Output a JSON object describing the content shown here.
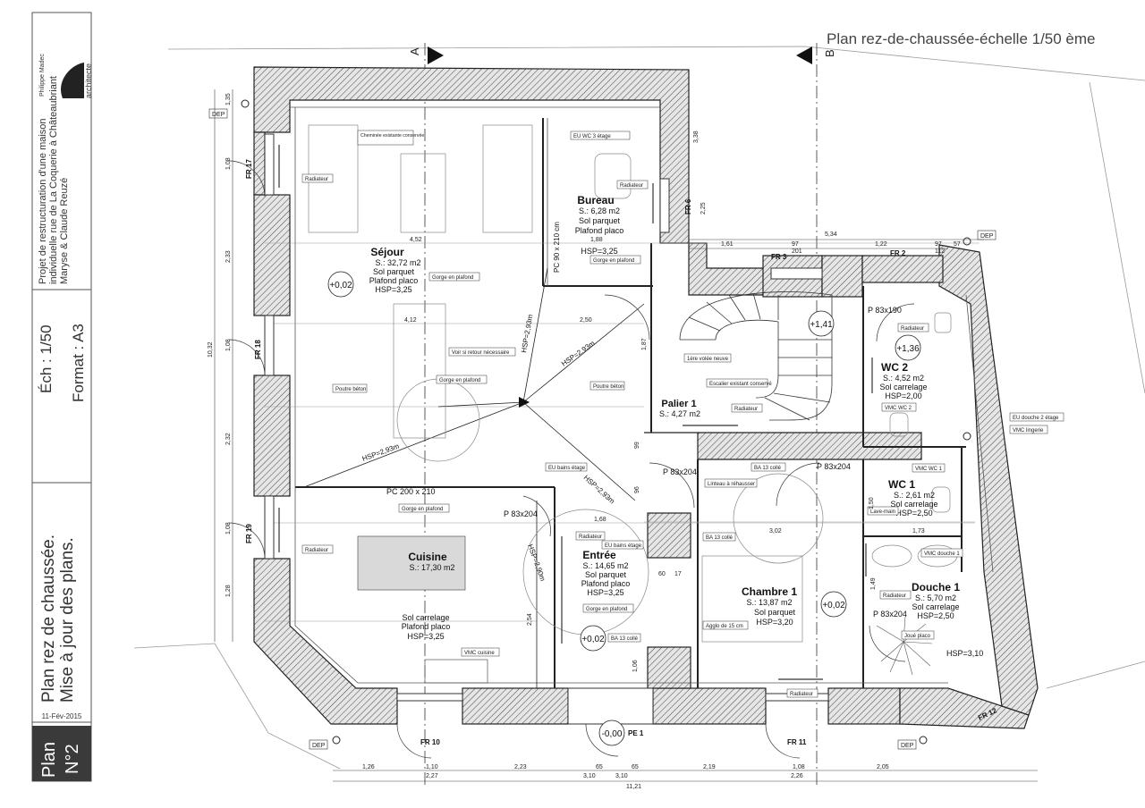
{
  "header": {
    "title": "Plan rez-de-chaussée-échelle 1/50 ème",
    "section_a": "A",
    "section_b": "B"
  },
  "titleblock": {
    "firm": "Philippe Madec",
    "firm_sub": "architecte",
    "project_line1": "Projet de restructuration d'une maison",
    "project_line2": "individuelle rue de La Coquerie à Châteaubriant",
    "project_line3": "Maryse & Claude Reuzé",
    "scale": "Éch : 1/50",
    "format": "Format : A3",
    "plan_title_line1": "Plan rez de chaussée.",
    "plan_title_line2": "Mise à jour des plans.",
    "date": "11-Fév-2015",
    "plan_label": "Plan",
    "plan_number": "N°2"
  },
  "rooms": [
    {
      "id": "sejour",
      "name": "Séjour",
      "area": "S.: 32,72 m2",
      "floor": "Sol parquet",
      "ceiling": "Plafond placo",
      "hsp": "HSP=3,25"
    },
    {
      "id": "bureau",
      "name": "Bureau",
      "area": "S.: 6,28 m2",
      "floor": "Sol parquet",
      "ceiling": "Plafond placo",
      "hsp": "HSP=3,25"
    },
    {
      "id": "cuisine",
      "name": "Cuisine",
      "area": "S.: 17,30 m2",
      "floor": "Sol carrelage",
      "ceiling": "Plafond placo",
      "hsp": "HSP=3,25"
    },
    {
      "id": "entree",
      "name": "Entrée",
      "area": "S.: 14,65 m2",
      "floor": "Sol parquet",
      "ceiling": "Plafond placo",
      "hsp": "HSP=3,25"
    },
    {
      "id": "palier",
      "name": "Palier 1",
      "area": "S.: 4,27 m2",
      "floor": "",
      "ceiling": "",
      "hsp": ""
    },
    {
      "id": "chambre",
      "name": "Chambre 1",
      "area": "S.: 13,87 m2",
      "floor": "Sol parquet",
      "ceiling": "",
      "hsp": "HSP=3,20"
    },
    {
      "id": "wc2",
      "name": "WC 2",
      "area": "S.: 4,52 m2",
      "floor": "Sol carrelage",
      "ceiling": "",
      "hsp": "HSP=2,00"
    },
    {
      "id": "wc1",
      "name": "WC 1",
      "area": "S.: 2,61 m2",
      "floor": "Sol carrelage",
      "ceiling": "",
      "hsp": "HSP=2,50"
    },
    {
      "id": "douche",
      "name": "Douche 1",
      "area": "S.: 5,70 m2",
      "floor": "Sol carrelage",
      "ceiling": "",
      "hsp": "HSP=2,50"
    }
  ],
  "windows": [
    "FR 17",
    "FR 18",
    "FR 19",
    "FR 10",
    "FR 11",
    "FR 12",
    "FR 6",
    "FR 3",
    "FR 2",
    "PE 1"
  ],
  "levels": [
    "+0,02",
    "+1,41",
    "+1,36",
    "+0,02",
    "+0,02",
    "-0,00"
  ],
  "annotations": {
    "cheminee": "Cheminée existante conservée",
    "radiateur": "Radiateur",
    "eu_wc3": "EU WC 3 étage",
    "gorge": "Gorge en plafond",
    "poutre": "Poutre béton",
    "voir": "Voir si retour nécessaire",
    "escalier": "Escalier existant conservé",
    "volee": "1ère volée neuve",
    "vmc_wc2": "VMC WC 2",
    "vmc_wc1": "VMC WC 1",
    "vmc_douche": "VMC douche 1",
    "vmc_cuisine": "VMC cuisine",
    "vmc_lingerie": "VMC lingerie",
    "eu_douche2": "EU douche 2 étage",
    "eu_bains": "EU bains étage",
    "linteau": "Linteau à réhausser",
    "ba13": "BA 13 collé",
    "agglo": "Agglo de 15 cm",
    "lave_main": "Lave-main",
    "joue": "Joué placo",
    "hsp_douche": "HSP=3,10",
    "dep": "DEP"
  },
  "doors": [
    "PC 200 x 210",
    "PC 90 x 210 cm",
    "P 83x204",
    "P 83x190"
  ],
  "hsp_diag": [
    "HSP=2,93m",
    "HSP=2,93m",
    "HSP=2,93m",
    "HSP=2,93m",
    "HSP=2,90m"
  ],
  "dims_bottom": [
    "1,26",
    "1,10",
    "2,23",
    "65",
    "65",
    "2,19",
    "1,08",
    "2,05",
    "2,27",
    "3,10",
    "3,10",
    "2,26",
    "11,21"
  ],
  "dims_top": [
    "1,61",
    "97",
    "1,22",
    "97",
    "57",
    "5,34",
    "201",
    "112"
  ],
  "dims_left": [
    "1,35",
    "1,08",
    "2,33",
    "1,08",
    "2,32",
    "1,08",
    "1,28",
    "10,32"
  ],
  "dims_interior": [
    "4,52",
    "4,12",
    "1,88",
    "2,50",
    "1,68",
    "3,02",
    "1,73",
    "1,50",
    "2,54",
    "1,06",
    "60",
    "17",
    "1,49",
    "1,87",
    "99",
    "96",
    "3,38",
    "2,25"
  ]
}
